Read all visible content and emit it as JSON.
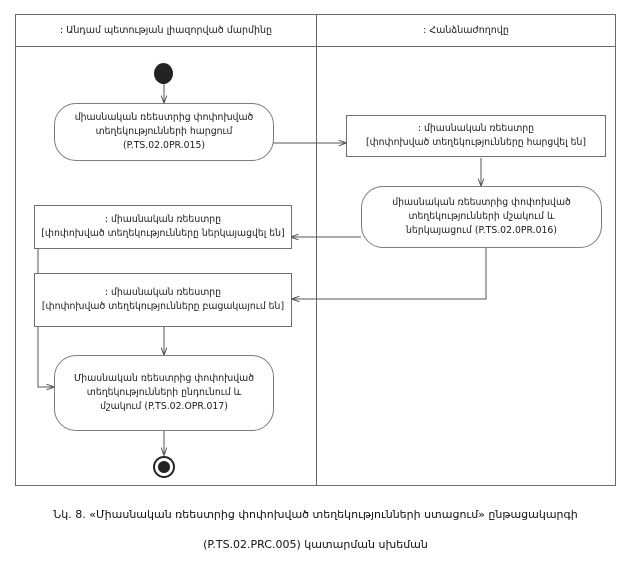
{
  "diagram": {
    "type": "uml-activity-diagram-with-swimlanes",
    "lanes": [
      {
        "name": "member-state-authority",
        "title": ": Անդամ պետության լիազորված մարմինը"
      },
      {
        "name": "commission",
        "title": ": Հանձնաժողովը"
      }
    ],
    "nodes": {
      "initial": {
        "kind": "initial-node",
        "lane": "member-state-authority"
      },
      "activity_015": {
        "kind": "activity",
        "lane": "member-state-authority",
        "line1": "միասնական ռեեստրից փոփոխված",
        "line2": "տեղեկությունների հարցում",
        "line3": "(P.TS.02.0PR.015)"
      },
      "object_requested": {
        "kind": "object-node",
        "lane": "commission",
        "line1": ": միասնական ռեեստրը",
        "line2": "[փոփոխված տեղեկությունները հարցվել են]"
      },
      "activity_016": {
        "kind": "activity",
        "lane": "commission",
        "line1": "միասնական ռեեստրից փոփոխված",
        "line2": "տեղեկությունների մշակում և",
        "line3": "ներկայացում (P.TS.02.0PR.016)"
      },
      "object_presented": {
        "kind": "object-node",
        "lane": "member-state-authority",
        "line1": ": միասնական ռեեստրը",
        "line2": "[փոփոխված տեղեկությունները ներկայացվել են]"
      },
      "object_absent": {
        "kind": "object-node",
        "lane": "member-state-authority",
        "line1": ": միասնական ռեեստրը",
        "line2": "[փոփոխված տեղեկությունները բացակայում են]"
      },
      "activity_017": {
        "kind": "activity",
        "lane": "member-state-authority",
        "line1": "Միասնական ռեեստրից փոփոխված",
        "line2": "տեղեկությունների ընդունում և",
        "line3": "մշակում (P.TS.02.OPR.017)"
      },
      "final": {
        "kind": "final-node",
        "lane": "member-state-authority"
      }
    },
    "edges": [
      {
        "from": "initial",
        "to": "activity_015"
      },
      {
        "from": "activity_015",
        "to": "object_requested"
      },
      {
        "from": "object_requested",
        "to": "activity_016"
      },
      {
        "from": "activity_016",
        "to": "object_presented"
      },
      {
        "from": "activity_016",
        "to": "object_absent"
      },
      {
        "from": "object_presented",
        "to": "activity_017"
      },
      {
        "from": "object_absent",
        "to": "activity_017"
      },
      {
        "from": "activity_017",
        "to": "final"
      }
    ]
  },
  "caption": {
    "line1": "Նկ. 8. «Միասնական ռեեստրից փոփոխված տեղեկությունների ստացում» ընթացակարգի",
    "line2": "(P.TS.02.PRC.005) կատարման սխեման"
  },
  "colors": {
    "frame_stroke": "#6a6a6a",
    "node_stroke": "#7d7d7d",
    "edge_stroke": "#555555",
    "terminal_fill": "#232323",
    "text": "#1a1a1a",
    "background": "#ffffff"
  }
}
